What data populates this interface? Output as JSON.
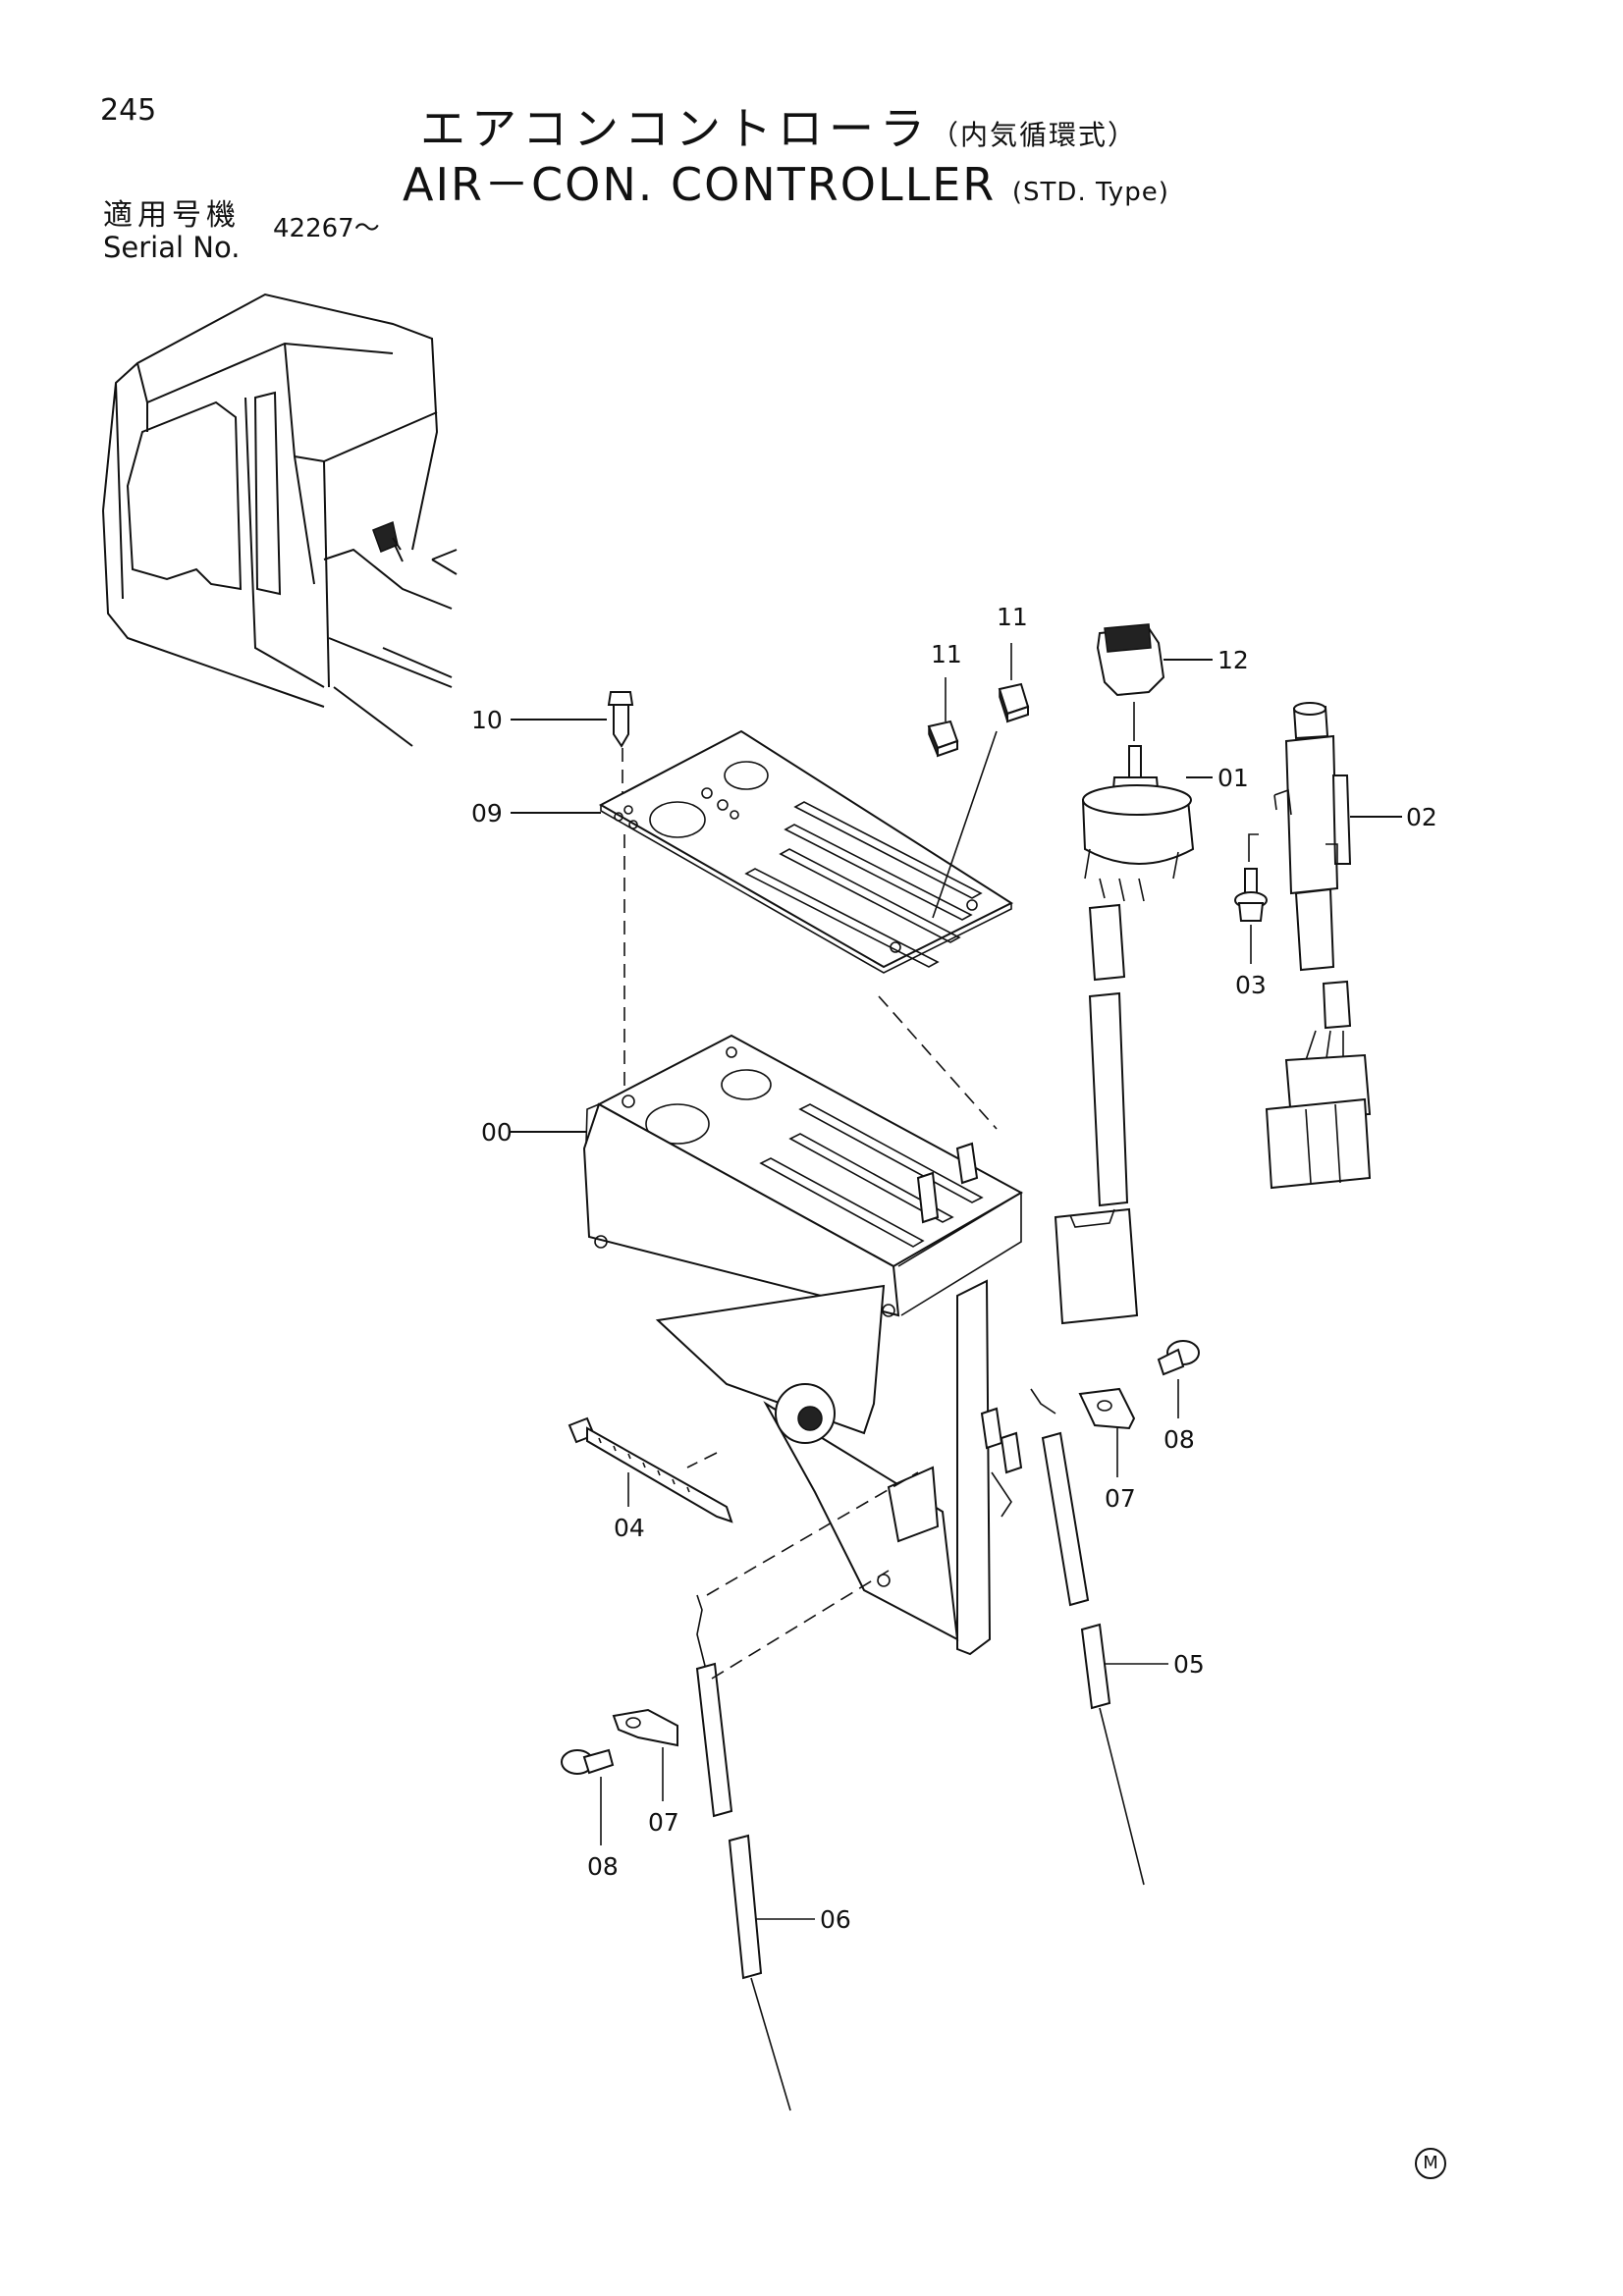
{
  "page_number": "245",
  "title_jp": "エアコンコントローラ",
  "title_jp_sub": "（内気循環式）",
  "title_en": "AIR－CON. CONTROLLER",
  "title_en_sub": "(STD. Type)",
  "serial_label_jp": "適用号機",
  "serial_label_en": "Serial No.",
  "serial_value": "42267～",
  "manufacturer_mark": "M",
  "callouts": {
    "c00": "00",
    "c01": "01",
    "c02": "02",
    "c03": "03",
    "c04": "04",
    "c05": "05",
    "c06": "06",
    "c07a": "07",
    "c07b": "07",
    "c08a": "08",
    "c08b": "08",
    "c09": "09",
    "c10": "10",
    "c11a": "11",
    "c11b": "11",
    "c12": "12"
  }
}
